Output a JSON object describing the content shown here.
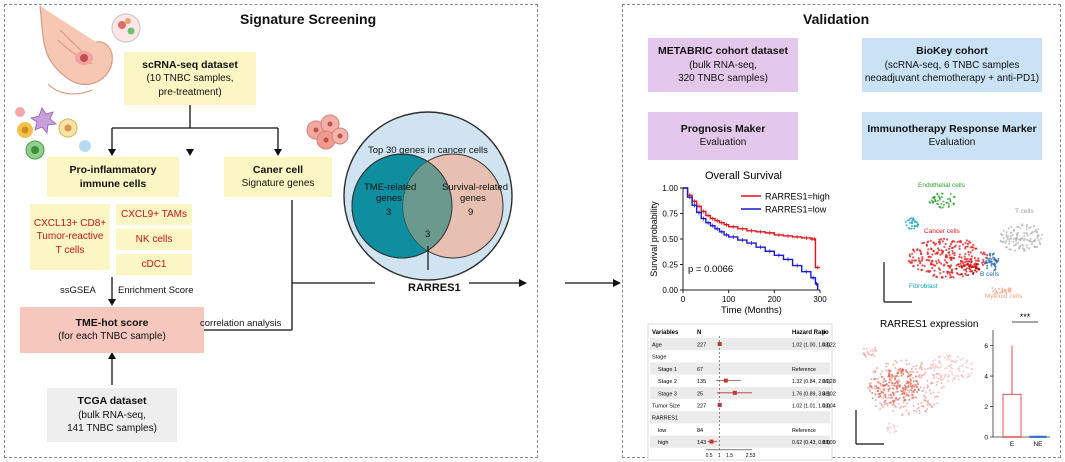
{
  "left_panel": {
    "title": "Signature Screening",
    "scrna": {
      "title": "scRNA-seq dataset",
      "line1": "(10 TNBC samples,",
      "line2": "pre-treatment)"
    },
    "proinflam": {
      "line1": "Pro-inflammatory",
      "line2": "immune cells"
    },
    "cancer": {
      "title": "Caner cell",
      "sub": "Signature genes"
    },
    "cd8": {
      "line1": "CXCL13+ CD8+",
      "line2": "Tumor-reactive",
      "line3": "T cells"
    },
    "tams": "CXCL9+ TAMs",
    "nk": "NK cells",
    "cdc1": "cDC1",
    "ssgsea": "ssGSEA",
    "enrich": "Enrichment Score",
    "tme": {
      "title": "TME-hot score",
      "sub": "(for each TNBC sample)"
    },
    "corr": "correlation analysis",
    "tcga": {
      "title": "TCGA dataset",
      "line1": "(bulk RNA-seq,",
      "line2": "141 TNBC samples)"
    }
  },
  "venn": {
    "title": "Top 30 genes in cancer cells",
    "left_label": [
      "TME-related",
      "genes"
    ],
    "left_count": "3",
    "right_label": "Survival-related",
    "right_label2": "genes",
    "right_count": "9",
    "center_count": "3",
    "gene": "RARRES1",
    "colors": {
      "outer": "#cfe3f1",
      "left": "#0f8ea0",
      "right": "#e8c0b2",
      "overlap": "#6a9a8e"
    }
  },
  "right_panel": {
    "title": "Validation",
    "metabric": {
      "title": "METABRIC cohort dataset",
      "line1": "(bulk RNA-seq,",
      "line2": "320 TNBC samples)"
    },
    "biokey": {
      "title": "BioKey cohort",
      "line1": "(scRNA-seq, 6 TNBC samples",
      "line2": "neoadjuvant chemotherapy + anti-PD1)"
    },
    "prognosis": {
      "title": "Prognosis Maker",
      "sub": "Evaluation"
    },
    "immuno": {
      "title": "Immunotherapy Response Marker",
      "sub": "Evaluation"
    }
  },
  "chart_data": [
    {
      "type": "line",
      "title": "Overall Survival",
      "xlabel": "Time (Months)",
      "ylabel": "Survival probability",
      "xticks": [
        "0",
        "100",
        "200",
        "300"
      ],
      "yticks": [
        "0.00",
        "0.25",
        "0.50",
        "0.75",
        "1.00"
      ],
      "xlim": [
        0,
        300
      ],
      "ylim": [
        0,
        1
      ],
      "annotation": "p = 0.0066",
      "series": [
        {
          "name": "RARRES1=high",
          "color": "#e3151a",
          "x": [
            0,
            10,
            20,
            30,
            40,
            50,
            60,
            70,
            80,
            90,
            100,
            120,
            140,
            160,
            180,
            200,
            220,
            240,
            260,
            280,
            285,
            290,
            300
          ],
          "y": [
            1.0,
            0.93,
            0.87,
            0.82,
            0.77,
            0.73,
            0.7,
            0.68,
            0.66,
            0.64,
            0.62,
            0.6,
            0.58,
            0.57,
            0.56,
            0.54,
            0.53,
            0.52,
            0.51,
            0.5,
            0.5,
            0.22,
            0.22
          ]
        },
        {
          "name": "RARRES1=low",
          "color": "#1a1ad8",
          "x": [
            0,
            10,
            20,
            30,
            40,
            50,
            60,
            70,
            80,
            90,
            100,
            120,
            140,
            160,
            180,
            200,
            220,
            240,
            260,
            280,
            290,
            295
          ],
          "y": [
            1.0,
            0.91,
            0.83,
            0.76,
            0.7,
            0.66,
            0.63,
            0.6,
            0.57,
            0.54,
            0.52,
            0.49,
            0.46,
            0.42,
            0.38,
            0.34,
            0.3,
            0.24,
            0.18,
            0.12,
            0.06,
            0.0
          ]
        }
      ]
    },
    {
      "type": "table",
      "columns": [
        "Variables",
        "N",
        "",
        "Hazard Ratio",
        "p"
      ],
      "rows": [
        {
          "var": "Age",
          "n": "227",
          "hr": 1.02,
          "lo": 1.0,
          "hi": 1.03,
          "text": "1.02 (1.00, 1.03)",
          "p": "0.022"
        },
        {
          "var": "Stage",
          "n": "",
          "hr": null,
          "text": "",
          "p": ""
        },
        {
          "var": "Stage 1",
          "n": "67",
          "hr": null,
          "text": "Reference",
          "p": ""
        },
        {
          "var": "Stage 2",
          "n": "135",
          "hr": 1.32,
          "lo": 0.84,
          "hi": 2.06,
          "text": "1.32 (0.84, 2.06)",
          "p": "0.228"
        },
        {
          "var": "Stage 3",
          "n": "25",
          "hr": 1.76,
          "lo": 0.89,
          "hi": 3.46,
          "text": "1.76 (0.89, 3.46)",
          "p": "0.102"
        },
        {
          "var": "Tumor Size",
          "n": "227",
          "hr": 1.02,
          "lo": 1.01,
          "hi": 1.03,
          "text": "1.02 (1.01, 1.03)",
          "p": "0.004"
        },
        {
          "var": "RARRES1",
          "n": "",
          "hr": null,
          "text": "",
          "p": ""
        },
        {
          "var": "low",
          "n": "84",
          "hr": null,
          "text": "Reference",
          "p": ""
        },
        {
          "var": "high",
          "n": "143",
          "hr": 0.62,
          "lo": 0.43,
          "hi": 0.89,
          "text": "0.62 (0.43, 0.89)",
          "p": "0.009"
        }
      ],
      "axis_ticks": [
        "0.5",
        "1",
        "1.5",
        "2.53"
      ],
      "axis_values": [
        0.5,
        1,
        1.5,
        2.53
      ],
      "xlim": [
        0.35,
        2.6
      ]
    },
    {
      "type": "scatter",
      "title": "",
      "labels": [
        {
          "text": "Endothelial cells",
          "color": "#2ca02c"
        },
        {
          "text": "T cells",
          "color": "#9e9e9e"
        },
        {
          "text": "Cancer cells",
          "color": "#e31a1c"
        },
        {
          "text": "B cells",
          "color": "#2166ac"
        },
        {
          "text": "Fibroblast",
          "color": "#17a2b8"
        },
        {
          "text": "Myeloid cells",
          "color": "#f4a582"
        }
      ]
    },
    {
      "type": "bar",
      "title": "RARRES1 expression",
      "categories": [
        "E",
        "NE"
      ],
      "yticks": [
        "0",
        "2",
        "4",
        "6"
      ],
      "ylim": [
        0,
        6.5
      ],
      "significance": "***",
      "boxes": [
        {
          "cat": "E",
          "min": 0,
          "q1": 0,
          "median": 0,
          "q3": 2.8,
          "max": 6.0,
          "color": "#e05050"
        },
        {
          "cat": "NE",
          "min": 0,
          "q1": 0,
          "median": 0,
          "q3": 0.05,
          "max": 0.1,
          "color": "#3a6fd8"
        }
      ]
    }
  ]
}
